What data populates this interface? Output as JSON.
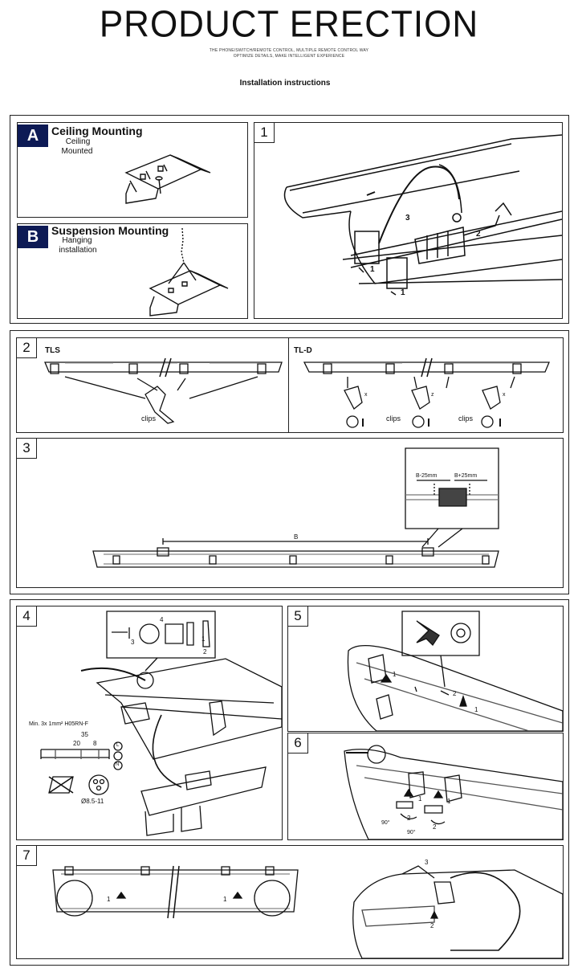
{
  "header": {
    "title": "PRODUCT ERECTION",
    "subtitle_line1": "THE PHONE/SWITCH/REMOTE CONTROL, MULTIPLE REMOTE CONTROL WAY",
    "subtitle_line2": "OPTIMIZE DETAILS, MAKE INTELLIGENT EXPERIENCE",
    "instructions": "Installation instructions"
  },
  "mounting": {
    "a": {
      "badge": "A",
      "heading": "Ceiling Mounting",
      "sub_line1": "Ceiling",
      "sub_line2": "Mounted"
    },
    "b": {
      "badge": "B",
      "heading": "Suspension Mounting",
      "sub_line1": "Hanging",
      "sub_line2": "installation"
    }
  },
  "steps": {
    "s1": {
      "number": "1",
      "labels": {
        "a": "3",
        "b": "2",
        "c": "1",
        "d": "1"
      }
    },
    "s2": {
      "number": "2",
      "left_title": "TLS",
      "right_title": "TL-D",
      "clips": "clips",
      "marks": {
        "x1": "x",
        "z": "z",
        "x2": "x"
      }
    },
    "s3": {
      "number": "3",
      "dim_minus": "B-25mm",
      "dim_plus": "B+25mm",
      "dim_b": "B"
    },
    "s4": {
      "number": "4",
      "cable_spec": "Min. 3x 1mm² H05RN-F",
      "dim_35": "35",
      "dim_20": "20",
      "dim_8": "8",
      "terminal_l": "L",
      "terminal_n": "N",
      "diameter": "Ø8.5-11",
      "callouts": {
        "c1": "1",
        "c2": "2",
        "c3": "3",
        "c4": "4"
      }
    },
    "s5": {
      "number": "5",
      "labels": {
        "c1": "1",
        "c2": "2",
        "c3": "1"
      }
    },
    "s6": {
      "number": "6",
      "labels": {
        "c1": "1",
        "c2": "2",
        "c3": "1",
        "c4": "2",
        "deg1": "90°",
        "deg2": "90°"
      }
    },
    "s7": {
      "number": "7",
      "labels": {
        "c1": "1",
        "c2": "1",
        "c3": "3",
        "c4": "2"
      }
    }
  }
}
